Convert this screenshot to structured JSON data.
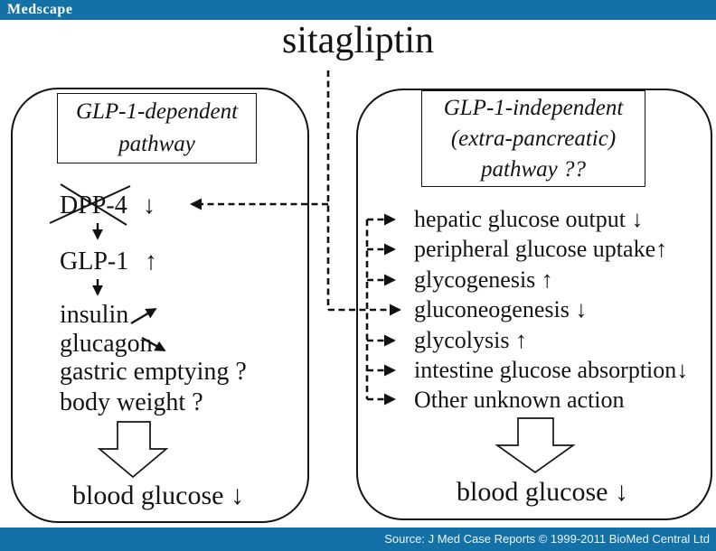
{
  "brand": {
    "logo": "Medscape"
  },
  "title": "sitagliptin",
  "left_panel": {
    "heading_lines": [
      "GLP-1-dependent",
      "pathway"
    ],
    "items": [
      {
        "label": "DPP-4",
        "arrow": "↓",
        "struck": true
      },
      {
        "label": "GLP-1",
        "arrow": "↑"
      },
      {
        "label": "insulin",
        "arrow": "↗"
      },
      {
        "label": "glucagon",
        "arrow": "↘"
      },
      {
        "label": "gastric emptying ?",
        "arrow": ""
      },
      {
        "label": "body weight ?",
        "arrow": ""
      }
    ],
    "result": "blood glucose ↓"
  },
  "right_panel": {
    "heading_lines": [
      "GLP-1-independent",
      "(extra-pancreatic)",
      "pathway ??"
    ],
    "items": [
      "hepatic glucose output ↓",
      "peripheral glucose uptake↑",
      "glycogenesis ↑",
      "gluconeogenesis ↓",
      "glycolysis ↑",
      "intestine glucose absorption↓",
      "Other unknown action"
    ],
    "result": "blood glucose ↓"
  },
  "footer": {
    "source": "Source: J Med Case Reports © 1999-2011 BioMed Central Ltd"
  },
  "colors": {
    "bar_blue": "#1371A7",
    "ink": "#141414"
  }
}
